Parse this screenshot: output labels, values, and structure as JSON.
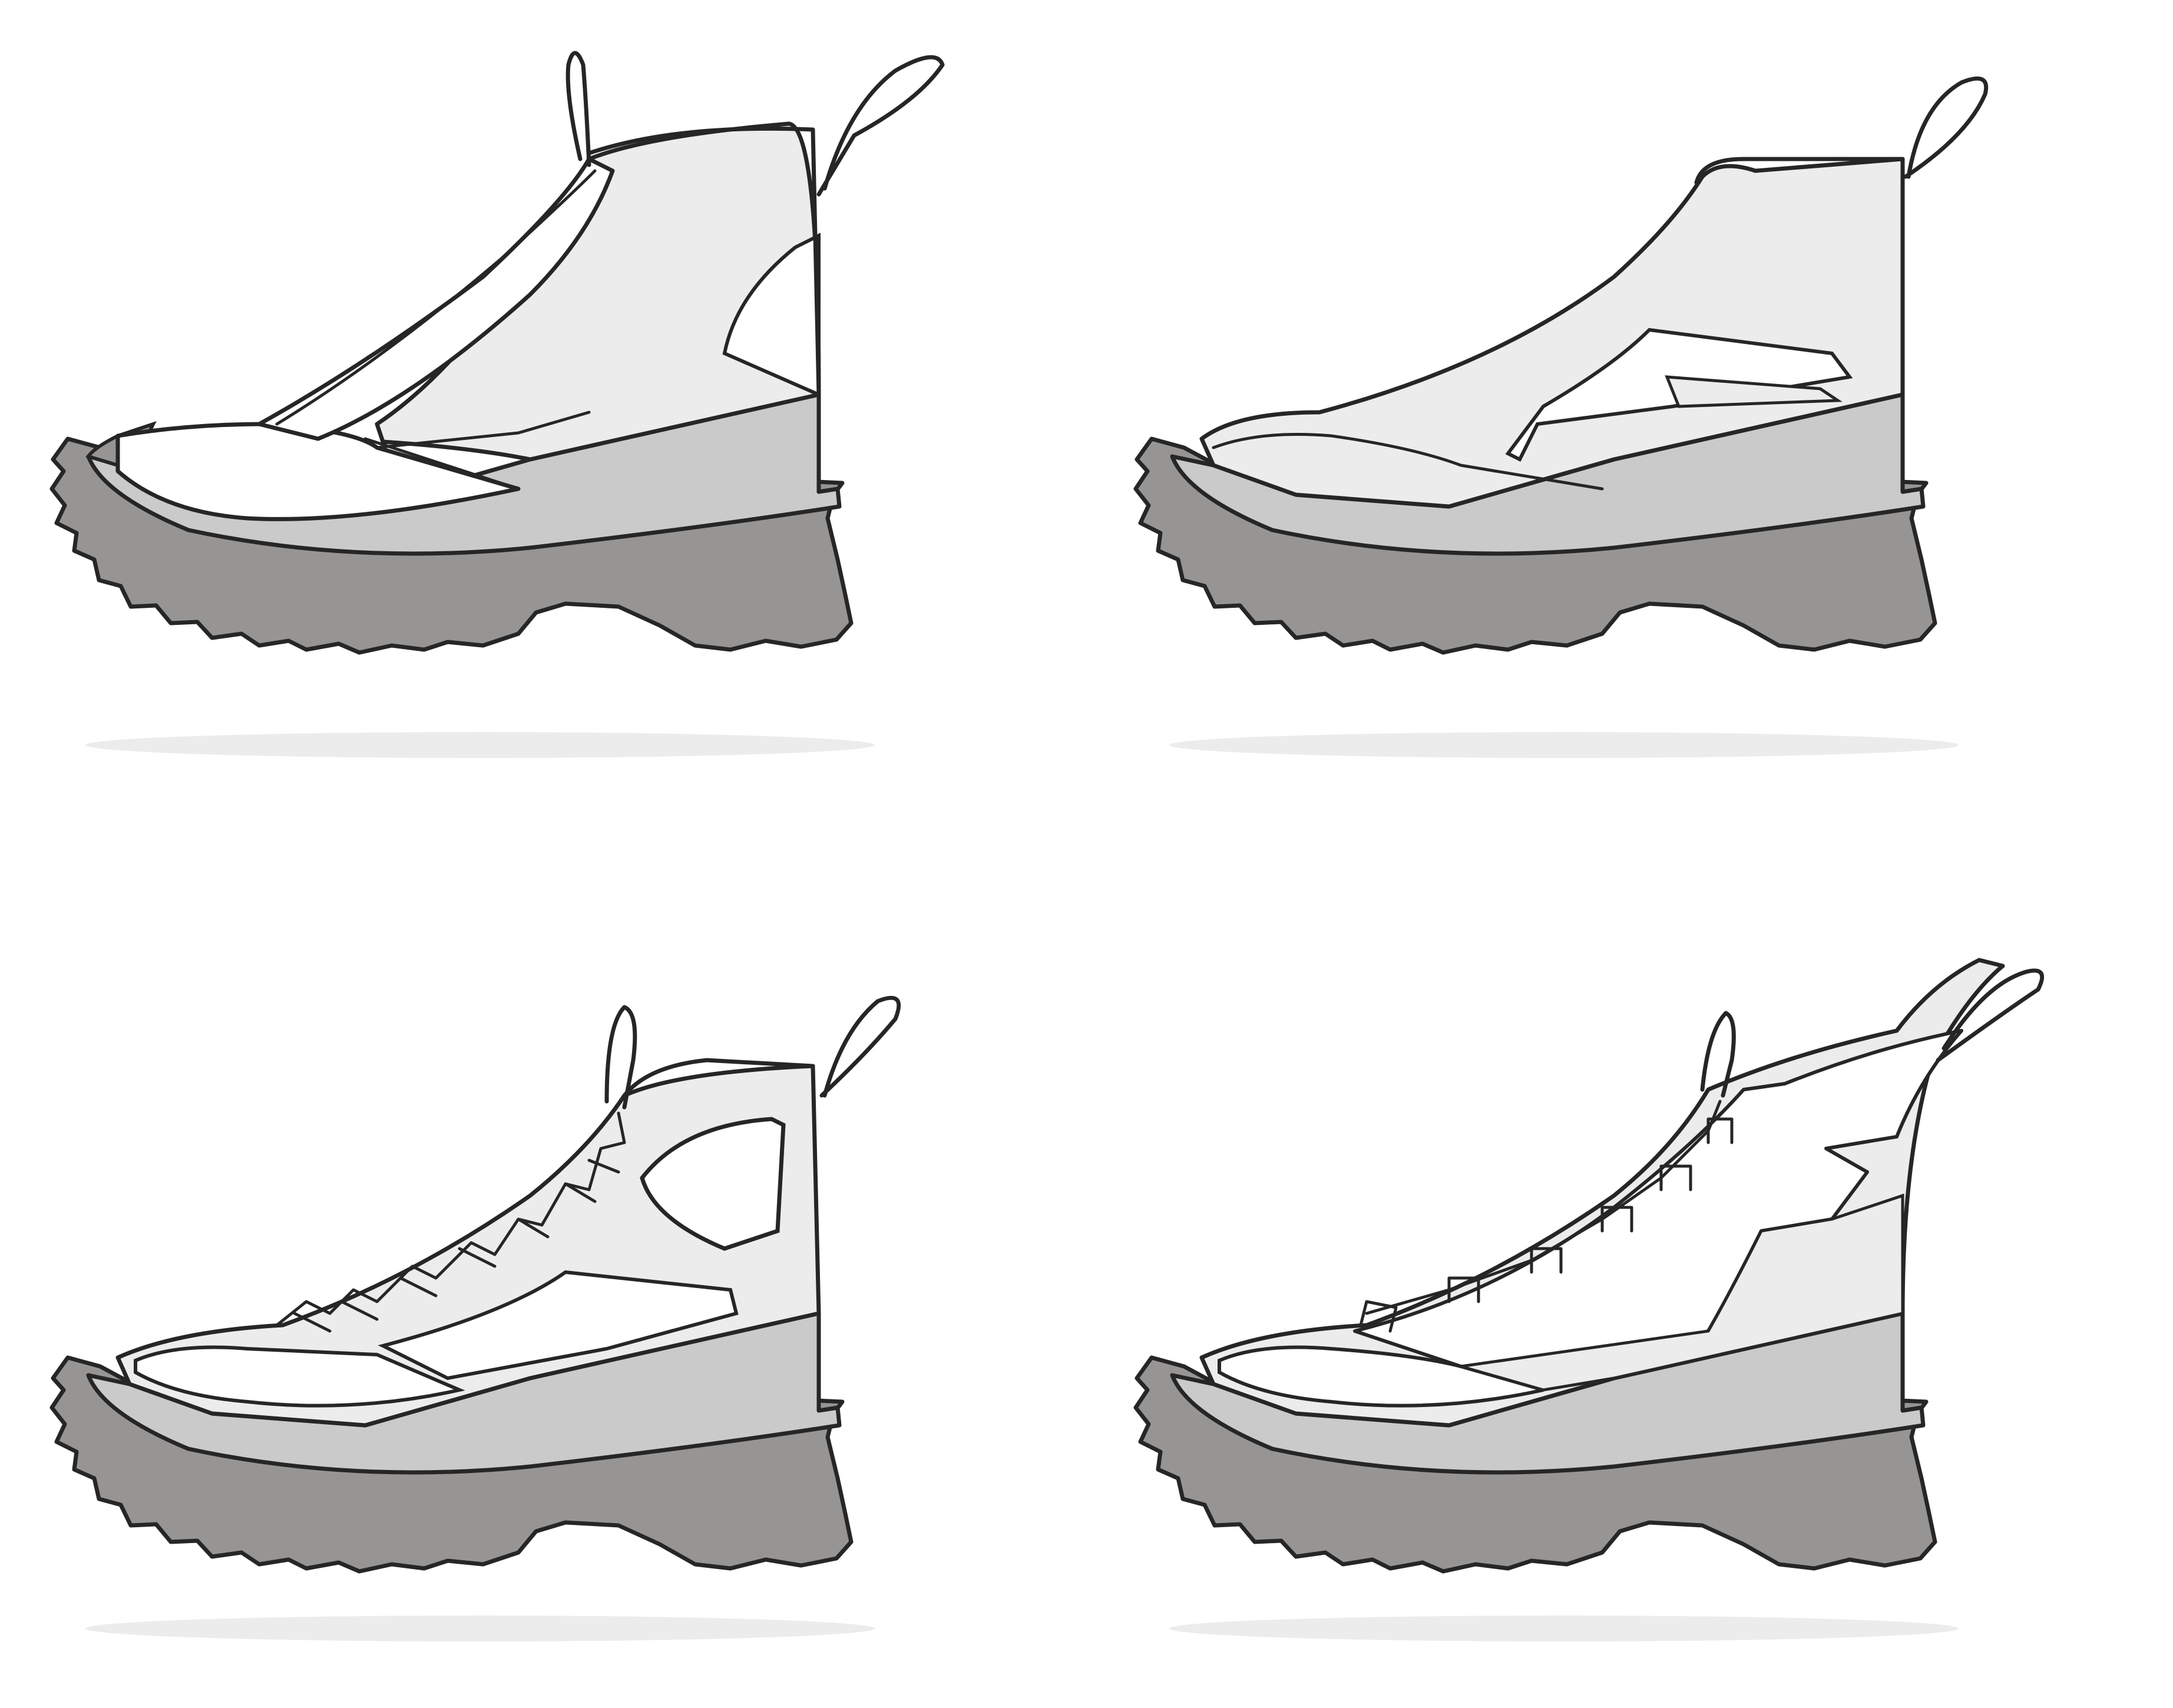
{
  "colors": {
    "background": "#ffffff",
    "line": "#262626",
    "outsole": "#979594",
    "midsole": "#cbcaca",
    "upper_light": "#ececec",
    "upper_white": "#ffffff",
    "shadow": "#ececec"
  },
  "sketches": [
    {
      "variant": "zipper-panel"
    },
    {
      "variant": "clean-bootie"
    },
    {
      "variant": "lace-window"
    },
    {
      "variant": "lace-flame"
    }
  ]
}
